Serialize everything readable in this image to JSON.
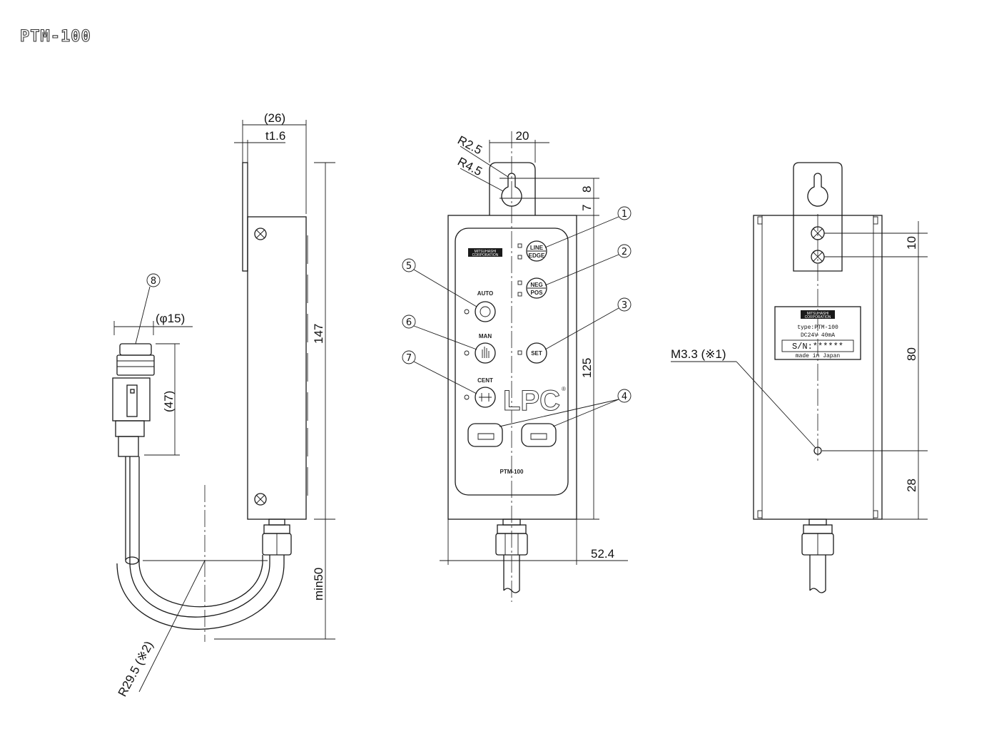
{
  "title": "PTM-100",
  "side_view": {
    "dims": {
      "width_overall": "(26)",
      "plate_thickness": "t1.6",
      "height": "147",
      "bend_radius": "R29.5 (※2)",
      "min_clearance": "min50",
      "connector_diameter": "(φ15)",
      "connector_length": "(47)"
    },
    "callout": "8"
  },
  "front_view": {
    "dims": {
      "width_top": "20",
      "radius_small": "R2.5",
      "radius_large": "R4.5",
      "dim_8": "8",
      "dim_7": "7",
      "height": "125",
      "width": "52.4"
    },
    "callouts": [
      "1",
      "2",
      "3",
      "4",
      "5",
      "6",
      "7"
    ],
    "panel": {
      "brand_line1": "MITSUHASHI",
      "brand_line2": "CORPORATION",
      "btn_line": "LINE",
      "btn_edge": "EDGE",
      "btn_neg": "NEG",
      "btn_pos": "POS",
      "label_auto": "AUTO",
      "label_man": "MAN",
      "label_cent": "CENT",
      "btn_set": "SET",
      "logo": "LPC",
      "logo_mark": "®",
      "model": "PTM-100"
    }
  },
  "back_view": {
    "dims": {
      "dim_10": "10",
      "dim_80": "80",
      "dim_28": "28",
      "screw": "M3.3 (※1)"
    },
    "nameplate": {
      "brand_line1": "MITSUHASHI",
      "brand_line2": "CORPORATION",
      "type": "type:PTM-100",
      "rating": "DC24V 40mA",
      "serial": "S/N:******",
      "origin": "made in Japan"
    }
  }
}
